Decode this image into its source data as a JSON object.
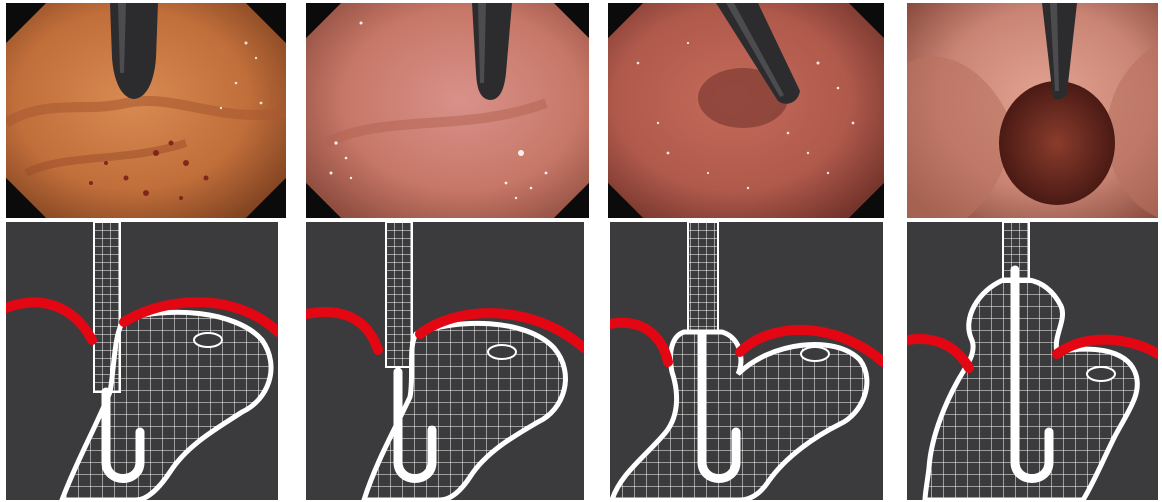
{
  "figure": {
    "columns": 4,
    "rows": 2,
    "top_row": [
      "endoscopic-photo",
      "endoscopic-photo",
      "endoscopic-photo",
      "endoscopic-photo"
    ],
    "bottom_row": [
      "stomach-schematic",
      "stomach-schematic",
      "stomach-schematic",
      "stomach-schematic"
    ]
  },
  "colors": {
    "diagram_background": "#3b3b3d",
    "diaphragm": "#e30613",
    "outline": "#ffffff",
    "mucosa_1": "#c8733f",
    "mucosa_2": "#c97a64",
    "mucosa_3": "#b96355",
    "mucosa_4": "#c98474"
  },
  "icons": [
    "endoscope-retroflexed-icon"
  ]
}
